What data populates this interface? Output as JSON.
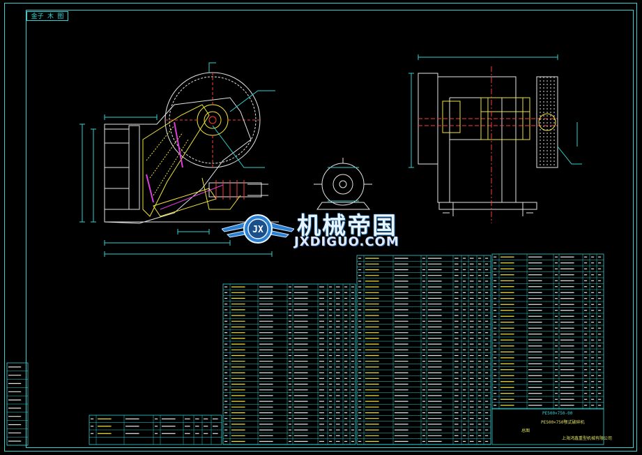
{
  "drawing": {
    "corner_tag": "金子  木  图",
    "line_color": "#2fd3d3",
    "part_color": "#f0e53a",
    "accent_red": "#ff3b3b",
    "accent_magenta": "#e03ce0",
    "accent_green": "#39e639"
  },
  "watermark": {
    "title": "机械帝国",
    "subtitle": "JXDIGUO.COM",
    "logo_icon": "winged-gear-icon",
    "logo_text": "JX"
  },
  "title_block": {
    "product": "PE500×750颚式破碎机",
    "drawing_no": "PE500×750-00",
    "assembly": "总图",
    "company": "上海鸿鑫重型机械有限公司"
  }
}
